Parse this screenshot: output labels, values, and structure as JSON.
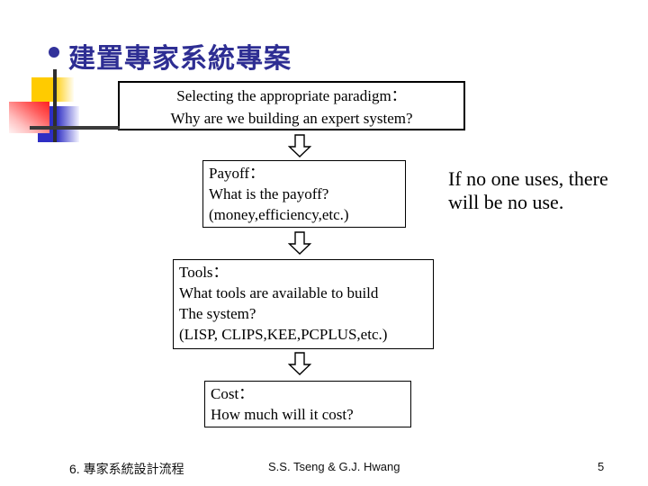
{
  "title": {
    "text": "建置專家系統專案"
  },
  "flow": {
    "boxes": [
      {
        "lines": [
          "Selecting the appropriate paradigm：",
          "Why are we building an expert system?"
        ]
      },
      {
        "lines": [
          "Payoff：",
          "What is the payoff?",
          "(money,efficiency,etc.)"
        ]
      },
      {
        "lines": [
          "Tools：",
          "What tools are available to build",
          "The system?",
          "(LISP, CLIPS,KEE,PCPLUS,etc.)"
        ]
      },
      {
        "lines": [
          "Cost：",
          "How much will it cost?"
        ]
      }
    ]
  },
  "side_note": {
    "lines": [
      "If no one uses, there",
      "will be no use."
    ]
  },
  "footer": {
    "left": "6. 專家系統設計流程",
    "center": "S.S. Tseng & G.J. Hwang",
    "page_number": "5"
  },
  "colors": {
    "title_text": "#2e2e93",
    "deco_yellow": "#ffcb00",
    "deco_red": "#ff1f1f",
    "deco_blue": "#2e2ec4",
    "cross_line": "#333333",
    "box_border": "#000000",
    "background": "#ffffff"
  }
}
